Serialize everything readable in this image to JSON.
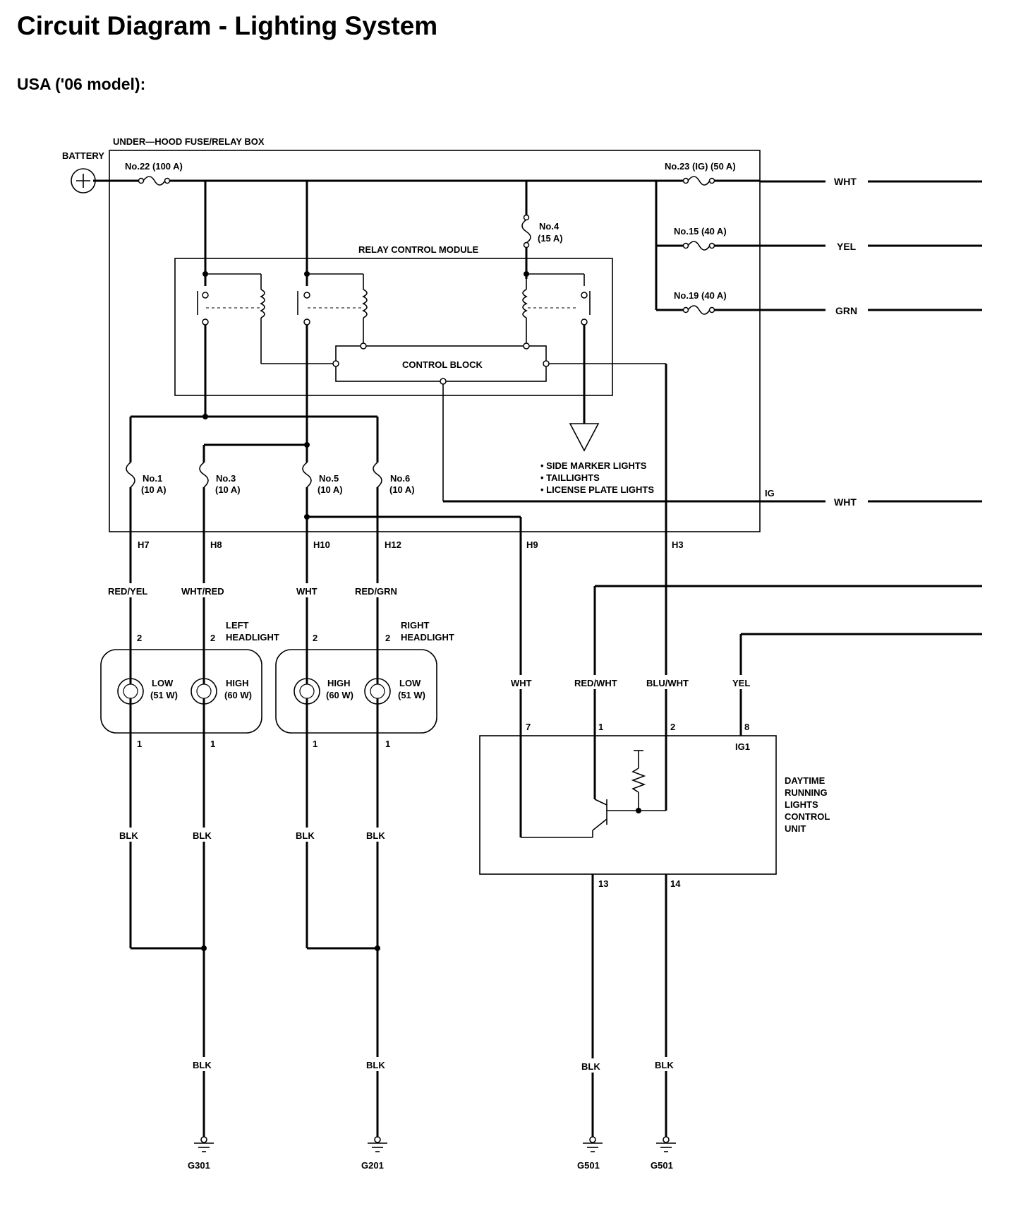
{
  "title": "Circuit Diagram - Lighting System",
  "subtitle": "USA ('06 model):",
  "fuse_box": {
    "label": "UNDER—HOOD FUSE/RELAY BOX",
    "battery": "BATTERY",
    "fuses": {
      "no22": [
        "No.22 (100 A)"
      ],
      "no23": [
        "No.23 (IG) (50 A)"
      ],
      "no4": [
        "No.4",
        "(15 A)"
      ],
      "no15": [
        "No.15 (40 A)"
      ],
      "no19": [
        "No.19 (40 A)"
      ],
      "no1": [
        "No.1",
        "(10 A)"
      ],
      "no3": [
        "No.3",
        "(10 A)"
      ],
      "no5": [
        "No.5",
        "(10 A)"
      ],
      "no6": [
        "No.6",
        "(10 A)"
      ]
    },
    "relay_module": "RELAY CONTROL MODULE",
    "control_block": "CONTROL BLOCK",
    "ig": "IG"
  },
  "loads": [
    "•  SIDE MARKER LIGHTS",
    "•  TAILLIGHTS",
    "•  LICENSE PLATE LIGHTS"
  ],
  "outputs": {
    "o1": "WHT",
    "o2": "YEL",
    "o3": "GRN",
    "o4": "WHT"
  },
  "connectors": {
    "h7": "H7",
    "h8": "H8",
    "h10": "H10",
    "h12": "H12",
    "h9": "H9",
    "h3": "H3"
  },
  "wires": {
    "w1": "RED/YEL",
    "w2": "WHT/RED",
    "w3": "WHT",
    "w4": "RED/GRN",
    "w5": "WHT",
    "w6": "RED/WHT",
    "w7": "BLU/WHT",
    "w8": "YEL"
  },
  "left_headlight": {
    "label": [
      "LEFT",
      "HEADLIGHT"
    ],
    "low": [
      "LOW",
      "(51 W)"
    ],
    "high": [
      "HIGH",
      "(60 W)"
    ]
  },
  "right_headlight": {
    "label": [
      "RIGHT",
      "HEADLIGHT"
    ],
    "high": [
      "HIGH",
      "(60 W)"
    ],
    "low": [
      "LOW",
      "(51 W)"
    ]
  },
  "pins": {
    "lhl_a": "2",
    "lhh_a": "2",
    "rhh_a": "2",
    "rhl_a": "2",
    "lhl_b": "1",
    "lhh_b": "1",
    "rhh_b": "1",
    "rhl_b": "1",
    "u7": "7",
    "u1": "1",
    "u2": "2",
    "u8": "8",
    "u13": "13",
    "u14": "14"
  },
  "drl_unit": {
    "label": [
      "DAYTIME",
      "RUNNING",
      "LIGHTS",
      "CONTROL",
      "UNIT"
    ],
    "ig1": "IG1"
  },
  "grounds": {
    "wire_labels": [
      "BLK",
      "BLK",
      "BLK",
      "BLK",
      "BLK",
      "BLK",
      "BLK",
      "BLK"
    ],
    "g301": "G301",
    "g201a": "G201",
    "g501a": "G501",
    "g501b": "G501"
  }
}
